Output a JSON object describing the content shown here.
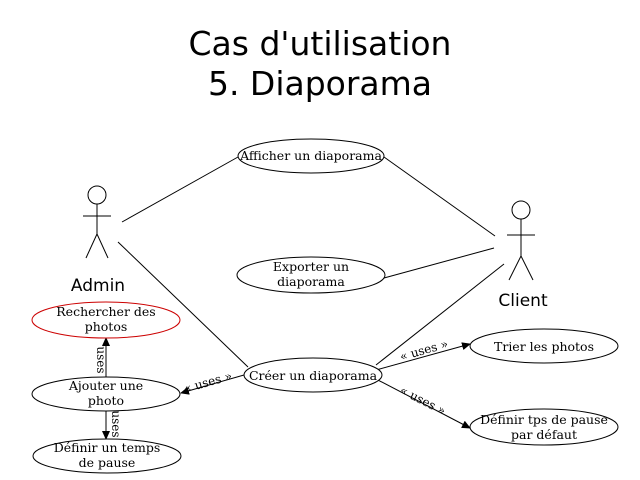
{
  "title": {
    "line1": "Cas d'utilisation",
    "line2": "5. Diaporama"
  },
  "actors": {
    "admin": "Admin",
    "client": "Client"
  },
  "use_cases": {
    "afficher": "Afficher un diaporama",
    "exporter": [
      "Exporter un",
      "diaporama"
    ],
    "rechercher": [
      "Rechercher des",
      "photos"
    ],
    "ajouter": [
      "Ajouter une",
      "photo"
    ],
    "definir_temps": [
      "Définir un temps",
      "de pause"
    ],
    "creer": "Créer un diaporama",
    "trier": "Trier les photos",
    "definir_tps": [
      "Définir tps de pause",
      "par défaut"
    ]
  },
  "relations": {
    "uses_label": "« uses »",
    "uses_plain": "uses"
  },
  "colors": {
    "line": "#000000",
    "highlight": "#cc0000"
  }
}
